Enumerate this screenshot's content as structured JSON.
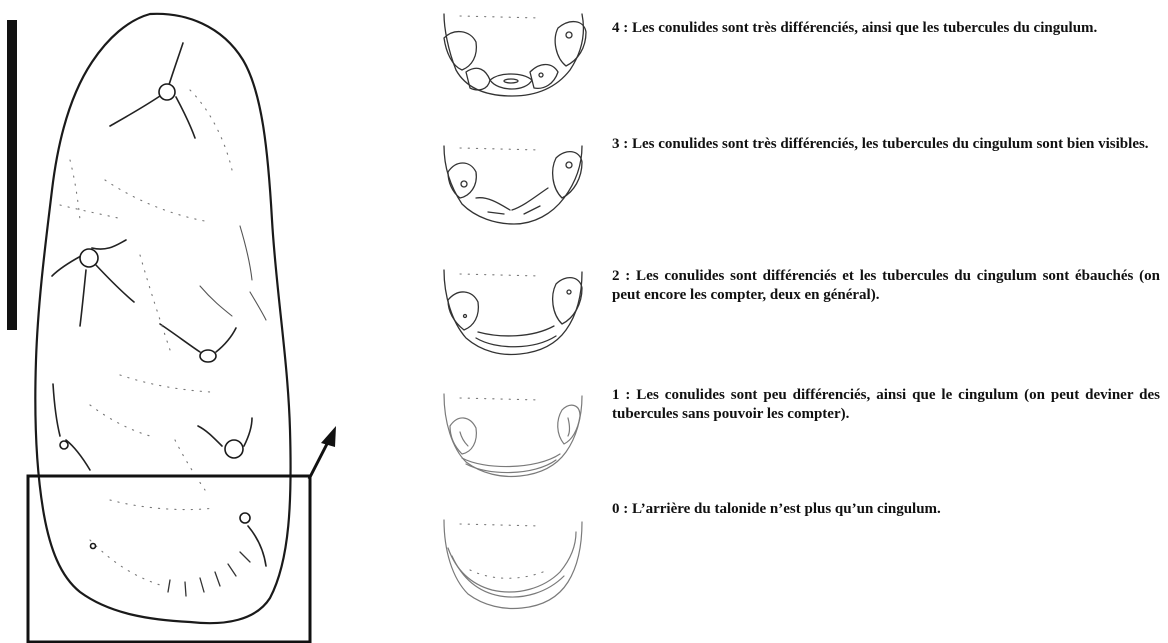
{
  "stages": [
    {
      "score": "4",
      "text": "4 : Les conulides sont très différenciés, ainsi que les tubercules du cingulum."
    },
    {
      "score": "3",
      "text": "3 : Les conulides sont très différenciés, les tubercules du cingulum sont bien visibles."
    },
    {
      "score": "2",
      "text": "2 : Les conulides sont différenciés et les tubercules du cingulum sont ébauchés (on peut encore les compter, deux en général)."
    },
    {
      "score": "1",
      "text": "1 : Les conulides sont peu différenciés, ainsi que le cingulum (on peut deviner des tubercules sans pouvoir les compter)."
    },
    {
      "score": "0",
      "text": "0 : L’arrière du talonide n’est plus qu’un cingulum."
    }
  ]
}
